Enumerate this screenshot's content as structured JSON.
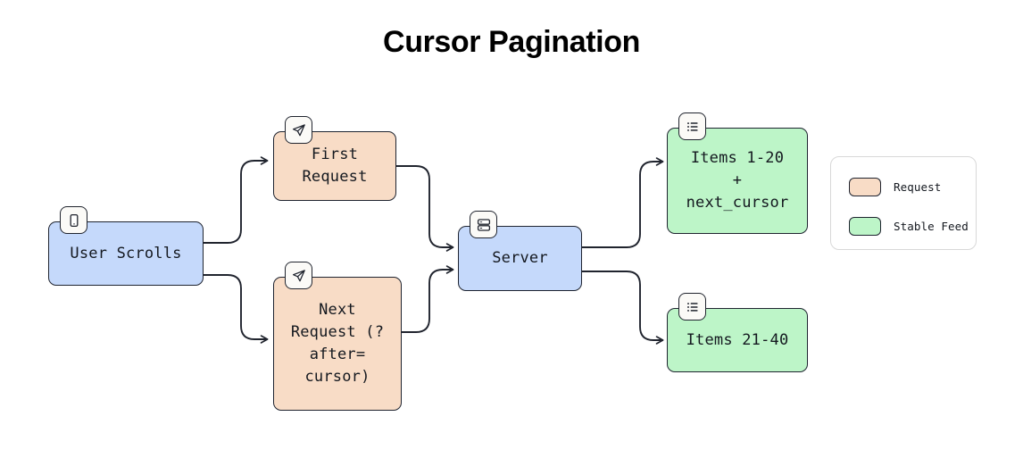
{
  "title": "Cursor Pagination",
  "colors": {
    "request_fill": "#f8dcc6",
    "stable_fill": "#bdf5c8",
    "actor_fill": "#c5d9fb",
    "stroke": "#1f2430",
    "background": "#ffffff"
  },
  "nodes": [
    {
      "id": "user-scrolls",
      "label": "User Scrolls",
      "icon": "mobile-phone-icon",
      "category": "actor",
      "fill": "#c5d9fb"
    },
    {
      "id": "first-request",
      "label": "First\nRequest",
      "icon": "send-icon",
      "category": "request",
      "fill": "#f8dcc6"
    },
    {
      "id": "next-request",
      "label": "Next\nRequest (?\nafter=\ncursor)",
      "icon": "send-icon",
      "category": "request",
      "fill": "#f8dcc6"
    },
    {
      "id": "server",
      "label": "Server",
      "icon": "server-icon",
      "category": "actor",
      "fill": "#c5d9fb"
    },
    {
      "id": "items-1-20",
      "label": "Items 1-20\n+\nnext_cursor",
      "icon": "list-icon",
      "category": "stable-feed",
      "fill": "#bdf5c8"
    },
    {
      "id": "items-21-40",
      "label": "Items 21-40",
      "icon": "list-icon",
      "category": "stable-feed",
      "fill": "#bdf5c8"
    }
  ],
  "edges": [
    {
      "from": "user-scrolls",
      "to": "first-request"
    },
    {
      "from": "user-scrolls",
      "to": "next-request"
    },
    {
      "from": "first-request",
      "to": "server"
    },
    {
      "from": "next-request",
      "to": "server"
    },
    {
      "from": "server",
      "to": "items-1-20"
    },
    {
      "from": "server",
      "to": "items-21-40"
    }
  ],
  "legend": {
    "items": [
      {
        "label": "Request",
        "color": "#f8dcc6"
      },
      {
        "label": "Stable Feed",
        "color": "#bdf5c8"
      }
    ]
  }
}
